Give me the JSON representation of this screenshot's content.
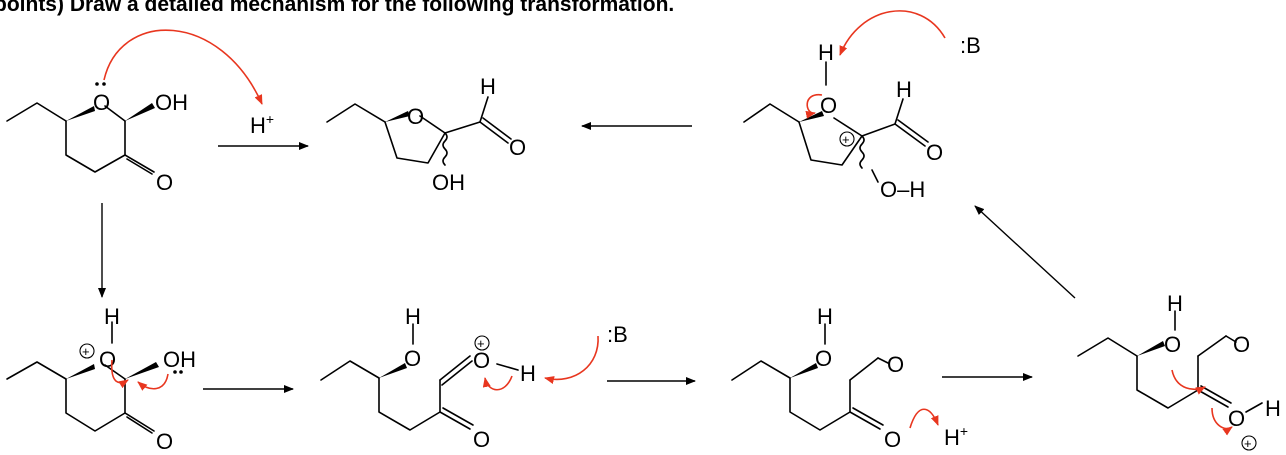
{
  "title": "points) Draw a detailed mechanism for the following transformation.",
  "labels": {
    "oxygen": "O",
    "hydroxyl": "OH",
    "hydrogen": "H",
    "proton": "H+",
    "base": ":B",
    "o_h": "O–H"
  }
}
